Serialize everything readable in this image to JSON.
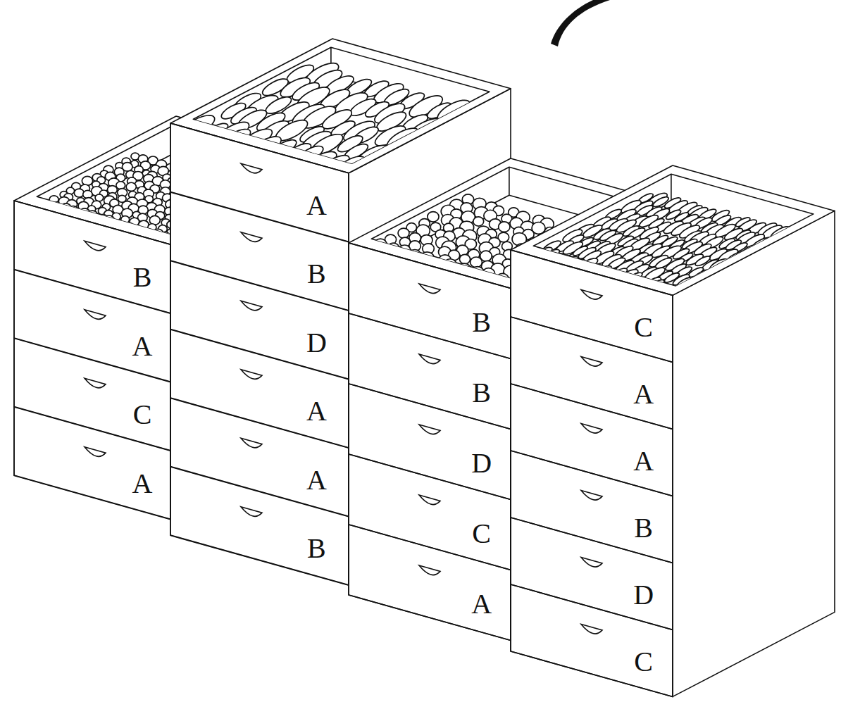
{
  "diagram": {
    "nodes": [
      {
        "text": [
          "B"
        ]
      },
      {
        "text": [
          "A"
        ]
      },
      {
        "text": [
          "C"
        ]
      },
      {
        "text": [
          "A"
        ]
      },
      {
        "text": [
          "A"
        ]
      },
      {
        "text": [
          "B"
        ]
      },
      {
        "text": [
          "D"
        ]
      },
      {
        "text": [
          "A"
        ]
      },
      {
        "text": [
          "A"
        ]
      },
      {
        "text": [
          "B"
        ]
      },
      {
        "text": [
          "B"
        ]
      },
      {
        "text": [
          "B"
        ]
      },
      {
        "text": [
          "D"
        ]
      },
      {
        "text": [
          "C"
        ]
      },
      {
        "text": [
          "A"
        ]
      },
      {
        "text": [
          "C"
        ]
      },
      {
        "text": [
          "A"
        ]
      },
      {
        "text": [
          "A"
        ]
      },
      {
        "text": [
          "B"
        ]
      },
      {
        "text": [
          "D"
        ]
      },
      {
        "text": [
          "C"
        ]
      }
    ]
  }
}
